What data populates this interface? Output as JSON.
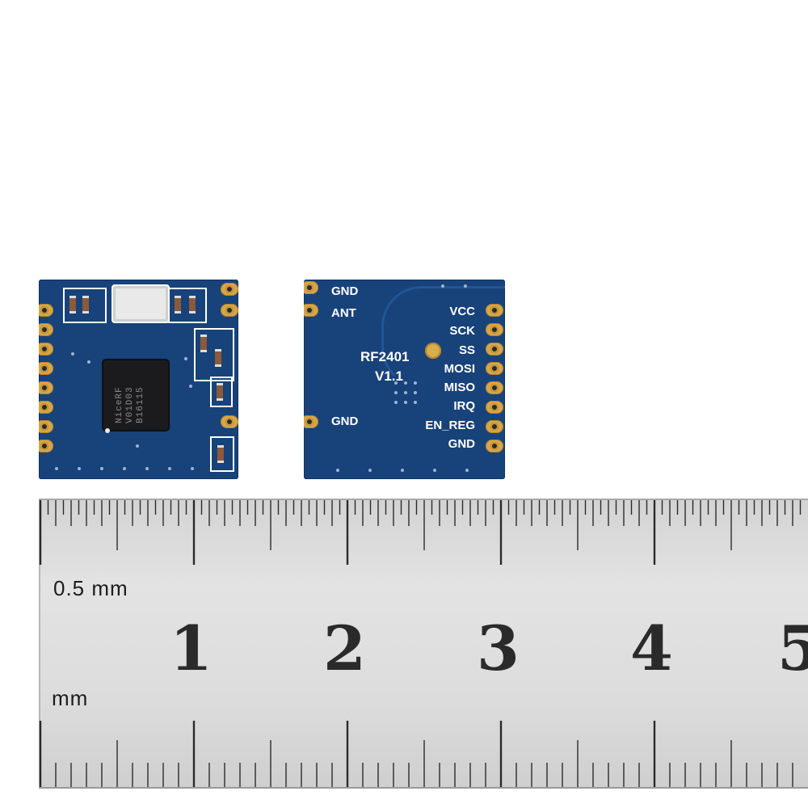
{
  "front_board": {
    "chip_lines": [
      "NiceRF",
      "V01D03",
      "B16115"
    ]
  },
  "back_board": {
    "left_pins": [
      "GND",
      "ANT",
      "GND"
    ],
    "right_pins": [
      "VCC",
      "SCK",
      "SS",
      "MOSI",
      "MISO",
      "IRQ",
      "EN_REG",
      "GND"
    ],
    "model": "RF2401",
    "version": "V1.1"
  },
  "ruler": {
    "top_unit": "0.5 mm",
    "bottom_unit": "mm",
    "numbers": [
      "1",
      "2",
      "3",
      "4",
      "5"
    ]
  },
  "colors": {
    "pcb": "#18427a",
    "pad_gold": "#d8a646",
    "ruler_steel": "#dcdcdc"
  }
}
